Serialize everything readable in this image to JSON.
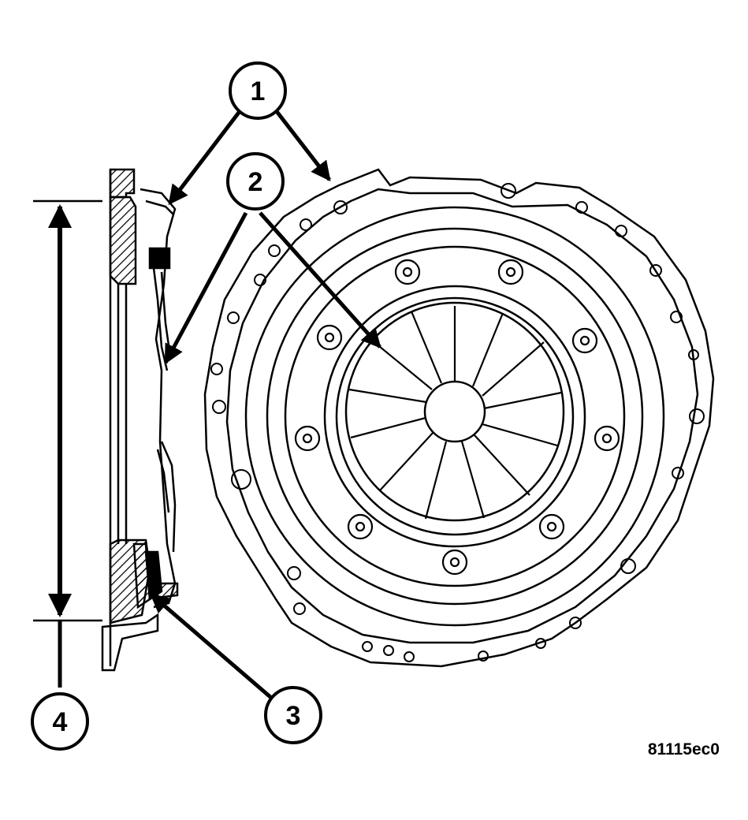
{
  "figure_id": "81115ec0",
  "callouts": {
    "c1": {
      "label": "1"
    },
    "c2": {
      "label": "2"
    },
    "c3": {
      "label": "3"
    },
    "c4": {
      "label": "4"
    }
  },
  "colors": {
    "line": "#000000",
    "background": "#ffffff"
  },
  "icons": [
    "callout-arrow",
    "dimension-arrow",
    "hatching"
  ]
}
